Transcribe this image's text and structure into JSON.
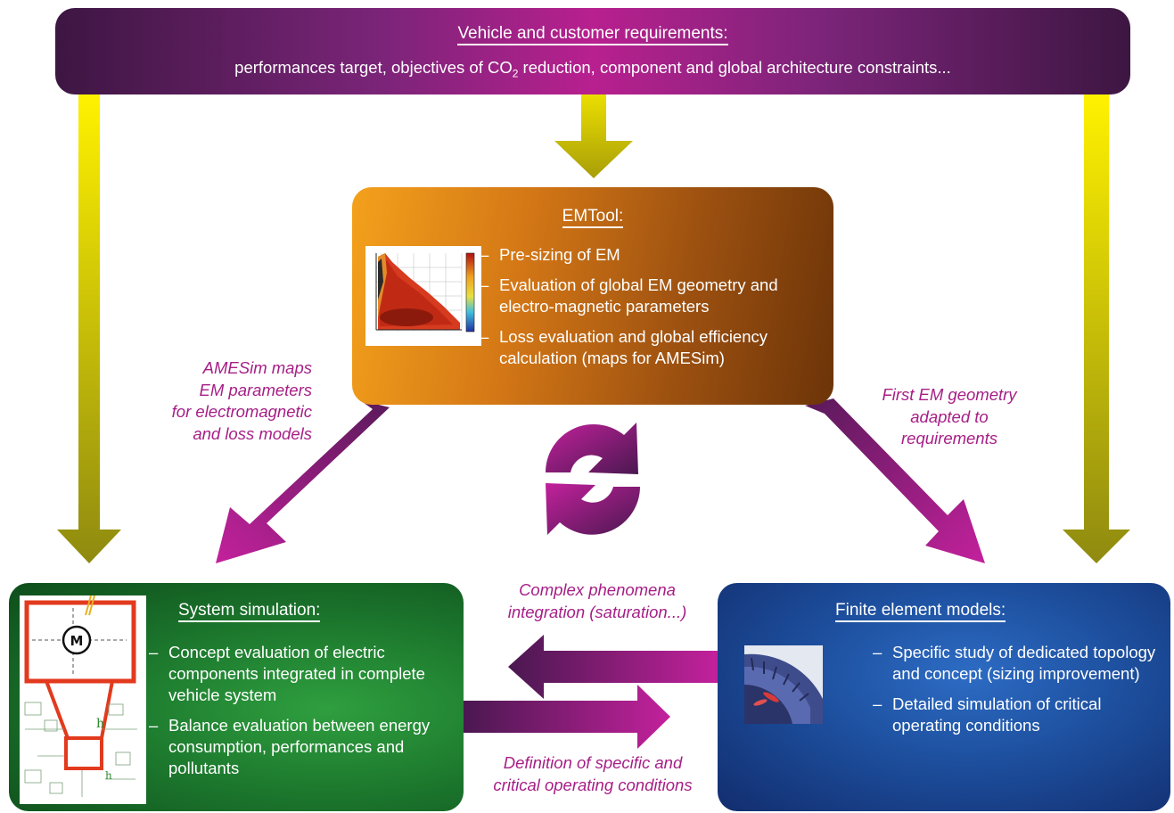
{
  "requirements": {
    "title": "Vehicle and customer requirements:",
    "subtitle_before": "performances target, objectives of CO",
    "subtitle_subscript": "2",
    "subtitle_after": " reduction, component and global architecture constraints..."
  },
  "emtool": {
    "title": "EMTool:",
    "items": [
      "Pre-sizing of EM",
      "Evaluation of global EM geometry and electro-magnetic parameters",
      "Loss evaluation and global efficiency calculation (maps for AMESim)"
    ]
  },
  "system_simulation": {
    "title": "System simulation:",
    "items": [
      "Concept evaluation of electric components integrated in complete vehicle system",
      "Balance evaluation between energy consumption, performances and pollutants"
    ]
  },
  "finite_element": {
    "title": "Finite element models:",
    "items": [
      "Specific study of dedicated topology and concept (sizing improvement)",
      "Detailed simulation of critical operating conditions"
    ]
  },
  "notes": {
    "amesim": [
      "AMESim maps",
      "EM parameters",
      "for electromagnetic",
      "and loss models"
    ],
    "first_em": [
      "First EM geometry",
      "adapted to",
      "requirements"
    ],
    "complex": [
      "Complex phenomena",
      "integration (saturation...)"
    ],
    "definition": [
      "Definition of specific and",
      "critical operating conditions"
    ]
  },
  "colors": {
    "yellow_arrow": "#c8b400",
    "magenta_arrow": "#a11d8c",
    "purple_arrow": "#5a1d5e"
  },
  "icons": {
    "cycle": "refresh-cycle-icon",
    "motor": "motor-m-icon"
  }
}
